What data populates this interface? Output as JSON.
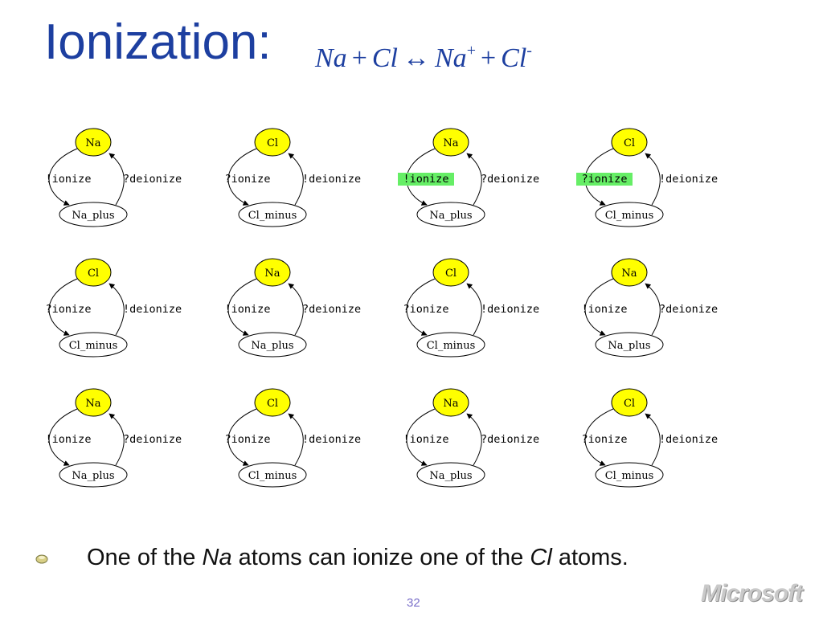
{
  "slide": {
    "title": "Ionization:",
    "formula": {
      "a": "Na",
      "plus1": "+",
      "b": "Cl",
      "arrow": "↔",
      "c": "Na",
      "c_sup": "+",
      "plus2": "+",
      "d": "Cl",
      "d_sup": "-"
    },
    "caption": {
      "p1": "One of the ",
      "na": "Na",
      "p2": " atoms can ionize one of the ",
      "cl": "Cl",
      "p3": " atoms."
    },
    "page_number": "32",
    "logo": "Microsoft"
  },
  "colors": {
    "node_fill": "#ffff00",
    "highlight": "#66ee66",
    "title": "#1d3fa0"
  },
  "automata": [
    {
      "top": "Na",
      "bottom": "Na_plus",
      "left": "!ionize",
      "right": "?deionize",
      "hl": false
    },
    {
      "top": "Cl",
      "bottom": "Cl_minus",
      "left": "?ionize",
      "right": "!deionize",
      "hl": false
    },
    {
      "top": "Na",
      "bottom": "Na_plus",
      "left": "!ionize",
      "right": "?deionize",
      "hl": true
    },
    {
      "top": "Cl",
      "bottom": "Cl_minus",
      "left": "?ionize",
      "right": "!deionize",
      "hl": true
    },
    {
      "top": "Cl",
      "bottom": "Cl_minus",
      "left": "?ionize",
      "right": "!deionize",
      "hl": false
    },
    {
      "top": "Na",
      "bottom": "Na_plus",
      "left": "!ionize",
      "right": "?deionize",
      "hl": false
    },
    {
      "top": "Cl",
      "bottom": "Cl_minus",
      "left": "?ionize",
      "right": "!deionize",
      "hl": false
    },
    {
      "top": "Na",
      "bottom": "Na_plus",
      "left": "!ionize",
      "right": "?deionize",
      "hl": false
    },
    {
      "top": "Na",
      "bottom": "Na_plus",
      "left": "!ionize",
      "right": "?deionize",
      "hl": false
    },
    {
      "top": "Cl",
      "bottom": "Cl_minus",
      "left": "?ionize",
      "right": "!deionize",
      "hl": false
    },
    {
      "top": "Na",
      "bottom": "Na_plus",
      "left": "!ionize",
      "right": "?deionize",
      "hl": false
    },
    {
      "top": "Cl",
      "bottom": "Cl_minus",
      "left": "?ionize",
      "right": "!deionize",
      "hl": false
    }
  ]
}
